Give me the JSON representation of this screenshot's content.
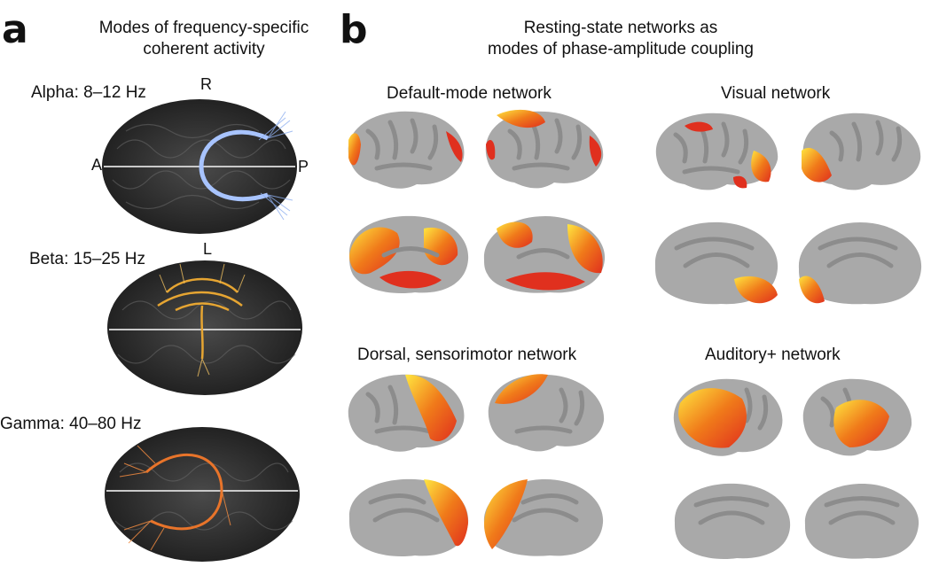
{
  "panel_a": {
    "letter": "a",
    "title_line1": "Modes of frequency-specific",
    "title_line2": "coherent activity",
    "bands": [
      {
        "label": "Alpha: 8–12 Hz",
        "color": "#8fb0f0"
      },
      {
        "label": "Beta: 15–25 Hz",
        "color": "#e6a532"
      },
      {
        "label": "Gamma: 40–80 Hz",
        "color": "#e8742a"
      }
    ],
    "orientation": {
      "right": "R",
      "left": "L",
      "anterior": "A",
      "posterior": "P"
    }
  },
  "panel_b": {
    "letter": "b",
    "title_line1": "Resting-state networks as",
    "title_line2": "modes of phase-amplitude coupling",
    "networks": [
      {
        "title": "Default-mode network"
      },
      {
        "title": "Visual network"
      },
      {
        "title": "Dorsal, sensorimotor network"
      },
      {
        "title": "Auditory+ network"
      }
    ],
    "colors": {
      "cortex": "#a9a9a9",
      "sulci": "#8c8c8c",
      "activation_low": "#e0301e",
      "activation_mid": "#f07a1a",
      "activation_high": "#ffe640"
    }
  }
}
